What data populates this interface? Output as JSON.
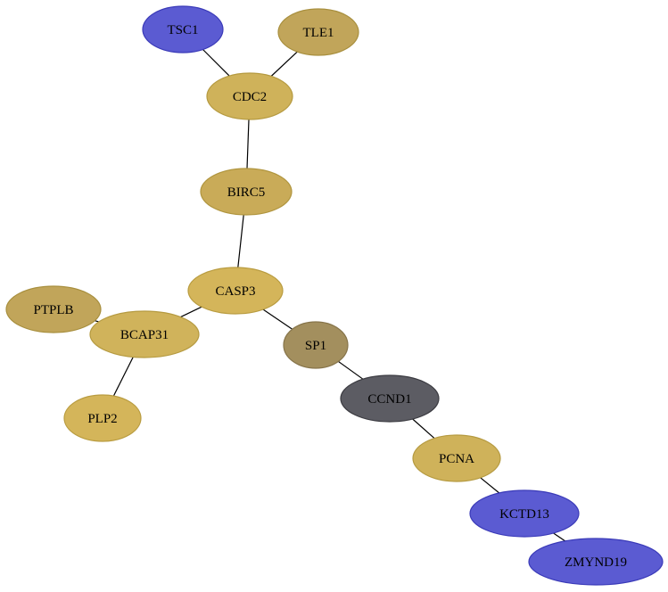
{
  "nodes": [
    {
      "id": "TSC1",
      "label": "TSC1",
      "fill": "#5b5bd2",
      "stroke": "#3a3ab8"
    },
    {
      "id": "TLE1",
      "label": "TLE1",
      "fill": "#c1a55a",
      "stroke": "#a88f3e"
    },
    {
      "id": "CDC2",
      "label": "CDC2",
      "fill": "#cfb25a",
      "stroke": "#b59a40"
    },
    {
      "id": "BIRC5",
      "label": "BIRC5",
      "fill": "#c9ab58",
      "stroke": "#b0953e"
    },
    {
      "id": "CASP3",
      "label": "CASP3",
      "fill": "#d4b55a",
      "stroke": "#b99c40"
    },
    {
      "id": "PTPLB",
      "label": "PTPLB",
      "fill": "#c1a55a",
      "stroke": "#a88f3e"
    },
    {
      "id": "BCAP31",
      "label": "BCAP31",
      "fill": "#d0b35b",
      "stroke": "#b59a40"
    },
    {
      "id": "PLP2",
      "label": "PLP2",
      "fill": "#d4b55a",
      "stroke": "#b99c40"
    },
    {
      "id": "SP1",
      "label": "SP1",
      "fill": "#a38f5e",
      "stroke": "#86744a"
    },
    {
      "id": "CCND1",
      "label": "CCND1",
      "fill": "#5c5c63",
      "stroke": "#3c3c42"
    },
    {
      "id": "PCNA",
      "label": "PCNA",
      "fill": "#cfb25a",
      "stroke": "#b59a40"
    },
    {
      "id": "KCTD13",
      "label": "KCTD13",
      "fill": "#5b5bd2",
      "stroke": "#3a3ab8"
    },
    {
      "id": "ZMYND19",
      "label": "ZMYND19",
      "fill": "#5b5bd2",
      "stroke": "#3a3ab8"
    }
  ],
  "edges": [
    [
      "TSC1",
      "CDC2"
    ],
    [
      "TLE1",
      "CDC2"
    ],
    [
      "CDC2",
      "BIRC5"
    ],
    [
      "BIRC5",
      "CASP3"
    ],
    [
      "CASP3",
      "BCAP31"
    ],
    [
      "PTPLB",
      "BCAP31"
    ],
    [
      "BCAP31",
      "PLP2"
    ],
    [
      "CASP3",
      "SP1"
    ],
    [
      "SP1",
      "CCND1"
    ],
    [
      "CCND1",
      "PCNA"
    ],
    [
      "PCNA",
      "KCTD13"
    ],
    [
      "KCTD13",
      "ZMYND19"
    ]
  ]
}
